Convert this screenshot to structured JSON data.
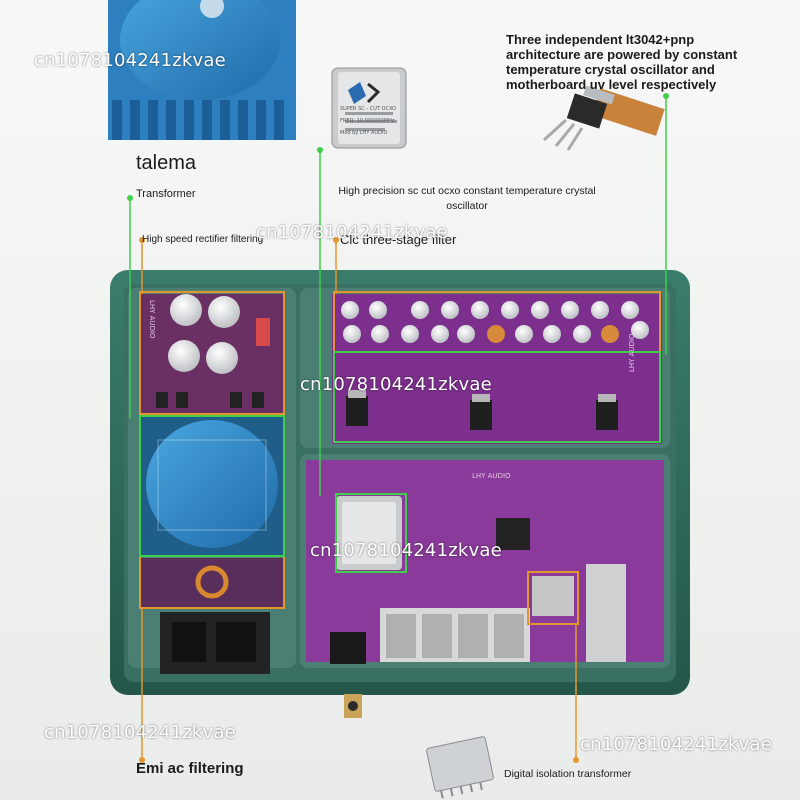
{
  "labels": {
    "talema": "talema",
    "transformer": "Transformer",
    "rectifier": "High speed rectifier filtering",
    "ocxo": "High precision sc cut ocxo constant temperature crystal oscillator",
    "clc": "Clc three-stage filter",
    "lt3042": "Three independent lt3042+pnp architecture are powered by constant temperature crystal oscillator and motherboard uv level respectively",
    "emi": "Emi ac filtering",
    "digital": "Digital isolation transformer"
  },
  "watermarks": [
    "cn1078104241zkvae",
    "cn1078104241zkvae",
    "cn1078104241zkvae",
    "cn1078104241zkvae",
    "cn1078104241zkvae"
  ],
  "board_text": {
    "lhy_audio_1": "LHY AUDIO",
    "lhy_audio_2": "LHY AUDIO",
    "lhy_audio_3": "LHY AUDIO",
    "ocxo_brand": "SUPER SC - CUT OCXO",
    "ocxo_freq": "FREQ: 10.000000MHz",
    "ocxo_made": "Mod by LHY AUDIO"
  },
  "colors": {
    "green_line": "#3fcf4a",
    "orange_box": "#e3962e",
    "teal_case": "#2e6a5c",
    "pcb_purple": "#7c2f8c"
  },
  "icons": [
    "transformer-photo-icon",
    "ocxo-chip-icon",
    "ldo-regulator-icon",
    "isolation-transformer-icon",
    "rca-connector-icon"
  ]
}
